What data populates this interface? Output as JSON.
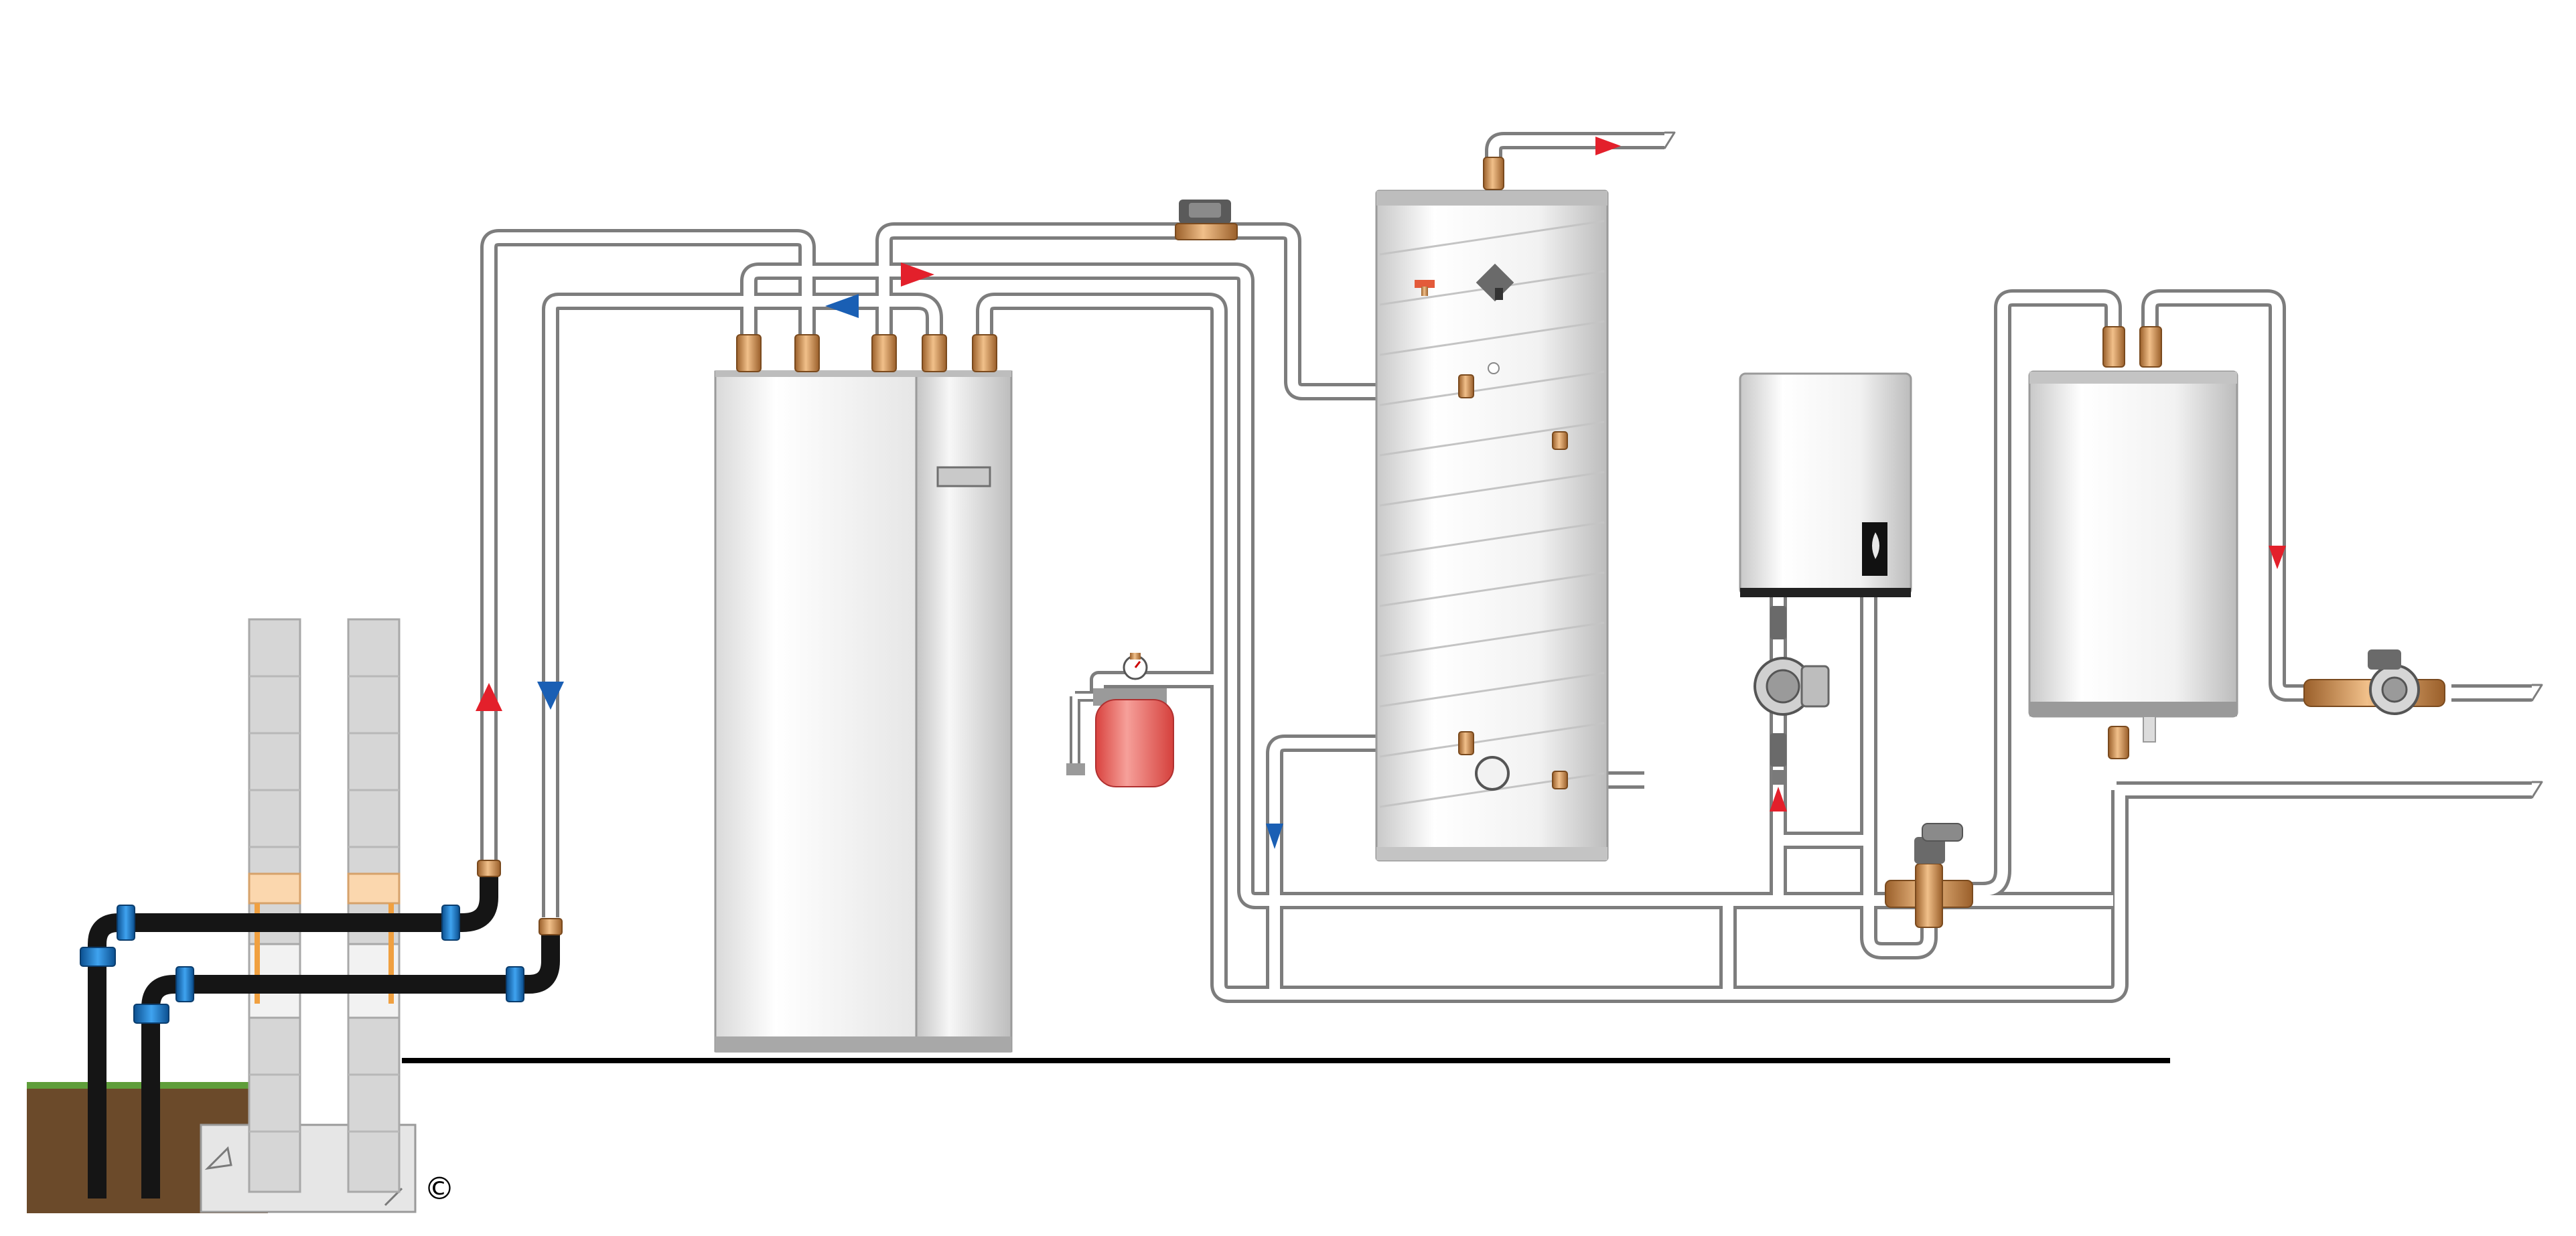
{
  "copyright_mark": "©",
  "colors": {
    "pipe_outline": "#7d7d7d",
    "pipe_fill": "#ffffff",
    "flow_supply": "#e3202b",
    "flow_return": "#1a5fb4",
    "fitting_brass": "#c98a4b",
    "ground_pipe": "#151515",
    "ground_coupling": "#1f7fd0",
    "soil": "#6b4a2a",
    "grass": "#5f9e3a",
    "expansion_vessel": "#e8605b",
    "floor_line": "#000000"
  },
  "components": [
    {
      "id": "heat-pump-unit"
    },
    {
      "id": "hot-water-cylinder"
    },
    {
      "id": "buffer-tank"
    },
    {
      "id": "wall-boiler"
    },
    {
      "id": "expansion-vessel"
    },
    {
      "id": "circulation-pump"
    },
    {
      "id": "three-way-mixing-valve"
    },
    {
      "id": "ground-collector-loop"
    }
  ]
}
